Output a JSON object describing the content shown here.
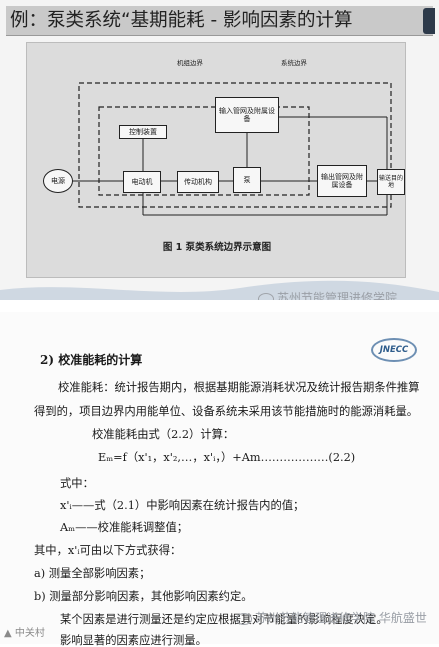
{
  "slide": {
    "title": "例：泵类系统“基期能耗 - 影响因素的计算",
    "figure": {
      "tag_equipment_boundary": "机组边界",
      "tag_system_boundary": "系统边界",
      "box_input_pipe": "输入管网及附属设备",
      "box_control": "控制装置",
      "box_power": "电源",
      "box_motor": "电动机",
      "box_transmission": "传动机构",
      "box_pump": "泵",
      "box_output_pipe": "输出管网及附属设备",
      "box_target": "输送目的地",
      "caption": "图 1  泵类系统边界示意图"
    },
    "watermark": "苏州节能管理进修学院"
  },
  "doc": {
    "logo": "JNECC",
    "heading": "2)  校准能耗的计算",
    "para1_line1": "校准能耗：统计报告期内，根据基期能源消耗状况及统计报告期条件推算",
    "para1_line2": "得到的，项目边界内用能单位、设备系统未采用该节能措施时的能源消耗量。",
    "formula_intro": "校准能耗由式（2.2）计算：",
    "formula": "Eₘ=f（x'₁，x'₂,…，x'ᵢ，）+Am………………(2.2)",
    "where": "式中：",
    "def_x": "x'ᵢ——式（2.1）中影响因素在统计报告内的值；",
    "def_a": "Aₘ——校准能耗调整值；",
    "obtain": "其中，x'ᵢ可由以下方式获得：",
    "opt_a": "a)   测量全部影响因素；",
    "opt_b": "b)   测量部分影响因素，其他影响因素约定。",
    "note1": "某个因素是进行测量还是约定应根据其对节能量的影响程度决定。",
    "note2": "影响显著的因素应进行测量。",
    "watermark": "苏州节能管理进修学院  华航盛世",
    "footer": "▲ 中关村"
  }
}
